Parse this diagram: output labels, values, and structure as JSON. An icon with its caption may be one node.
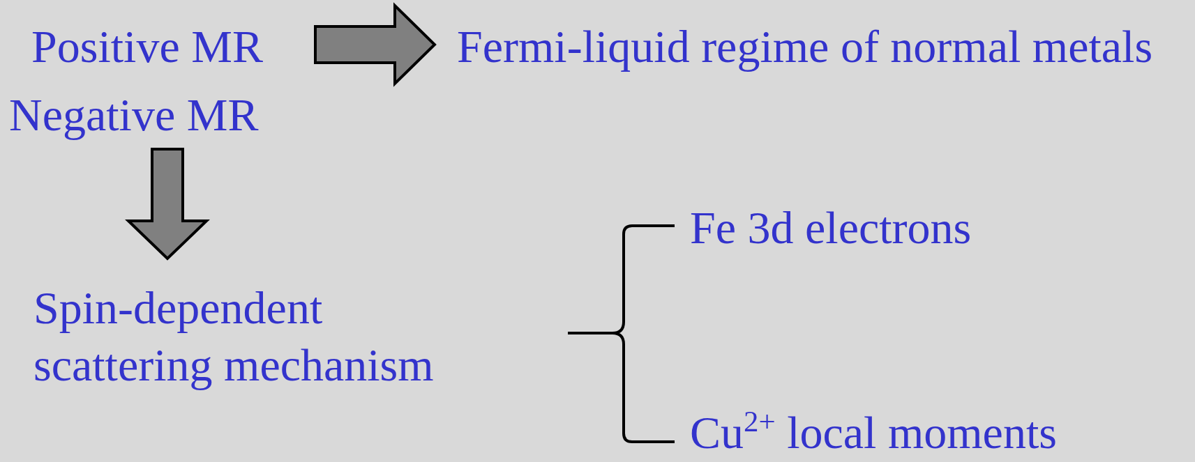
{
  "diagram": {
    "nodes": [
      {
        "text": [
          "Positive MR"
        ]
      },
      {
        "text": [
          "Fermi-liquid regime of normal metals"
        ]
      },
      {
        "text": [
          "Negative MR"
        ]
      },
      {
        "text": [
          "Spin-dependent scattering mechanism"
        ]
      },
      {
        "text": [
          "Fe 3d electrons"
        ]
      },
      {
        "text": [
          "Cu$^{2+}$ local moments"
        ]
      }
    ],
    "edges": [
      {
        "from": 0,
        "to": 1,
        "arrow": "to"
      },
      {
        "from": 2,
        "to": 3,
        "arrow": "to"
      }
    ]
  }
}
